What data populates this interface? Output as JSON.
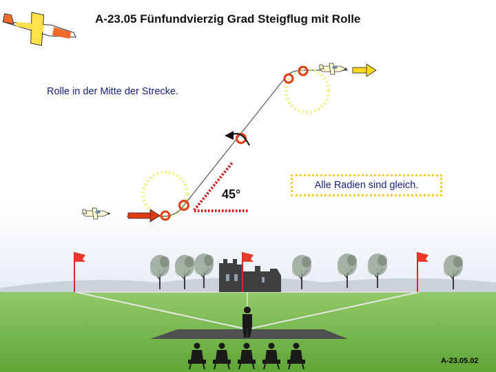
{
  "title": "A-23.05 Fünfundvierzig Grad Steigflug mit Rolle",
  "note": "Rolle in der Mitte der Strecke.",
  "angle_label": "45°",
  "radii_note": "Alle Radien sind gleich.",
  "figure_code": "A-23.05.02",
  "colors": {
    "sky_top": "#ffffff",
    "sky_bottom": "#cfdcec",
    "grass": "#6fb341",
    "circle_outline": "#e23b14",
    "dotted_circle": "#eef07a",
    "arrow_red": "#e23b14",
    "arrow_yellow": "#ffd820",
    "angle_marker": "#d3141a",
    "text_blue": "#1a237e"
  },
  "icons": [
    "plane-logo-icon",
    "plane-icon",
    "flag-icon",
    "tree-icon",
    "castle-ruin-icon",
    "pilot-silhouette-icon",
    "spectator-silhouette-icon"
  ]
}
